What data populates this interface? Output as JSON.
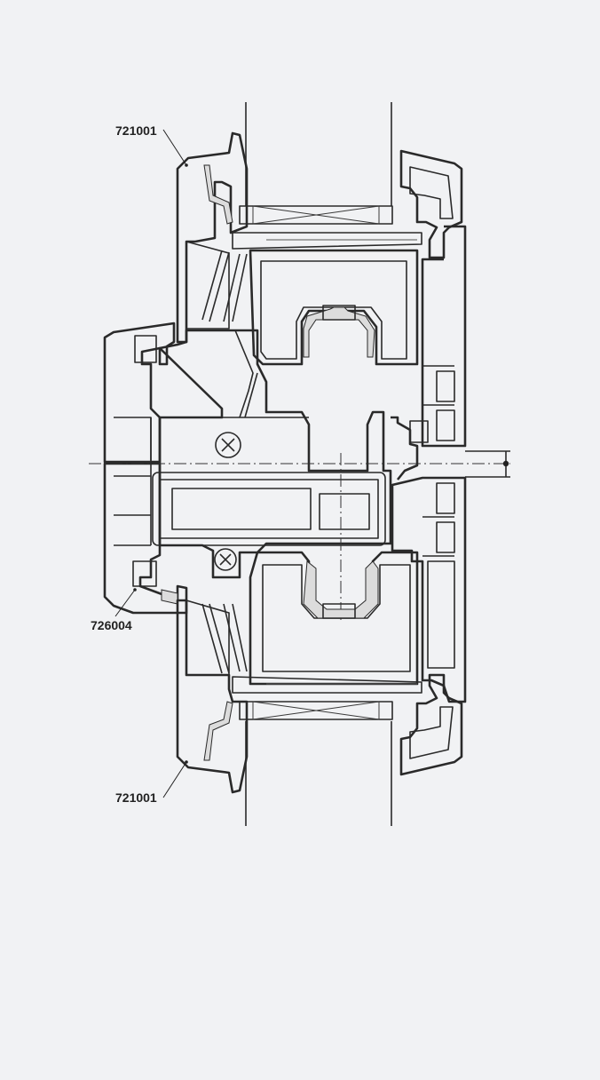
{
  "labels": {
    "top_profile": "721001",
    "middle_profile": "726004",
    "bottom_profile": "721001"
  },
  "colors": {
    "background": "#f1f2f4",
    "line": "#2a2a2a",
    "gasket_fill": "#dcdcdc"
  }
}
